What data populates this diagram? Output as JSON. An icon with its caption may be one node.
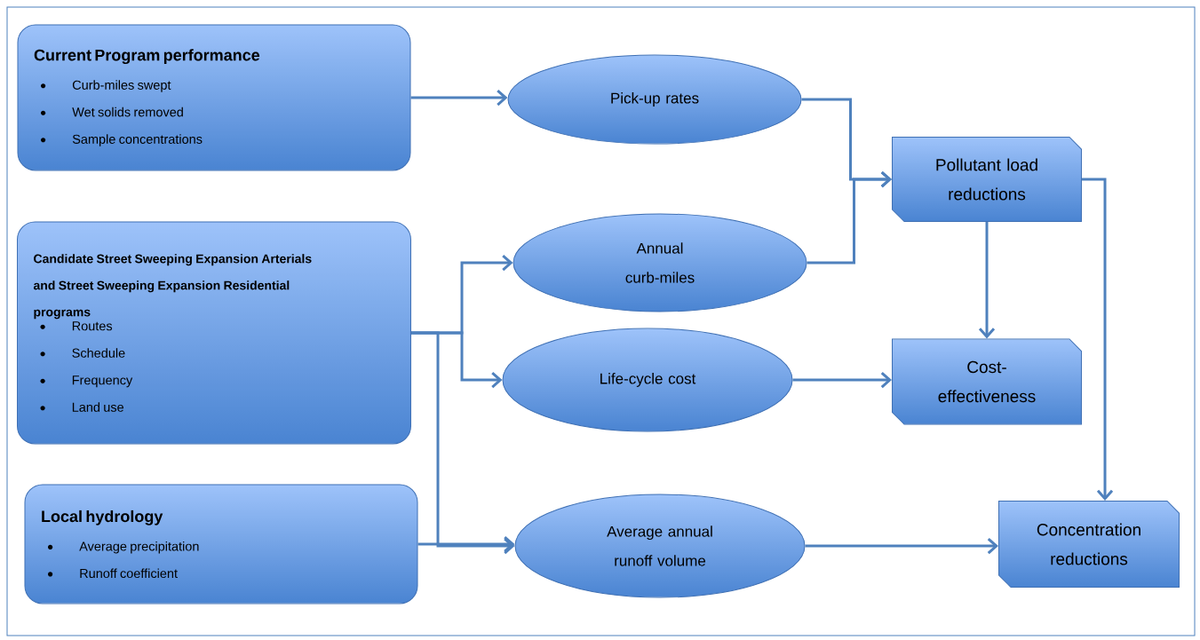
{
  "diagram": {
    "nodes": [
      {
        "text": [
          "Current Program performance",
          "Curb-miles swept",
          "Wet solids removed",
          "Sample concentrations"
        ]
      },
      {
        "text": [
          "Candidate Street Sweeping Expansion Arterials and Street Sweeping Expansion Residential programs",
          "Routes",
          "Schedule",
          "Frequency",
          "Land use"
        ]
      },
      {
        "text": [
          "Local hydrology",
          "Average precipitation",
          "Runoff coefficient"
        ]
      },
      {
        "text": [
          "Pick-up rates"
        ]
      },
      {
        "text": [
          "Annual curb-miles"
        ]
      },
      {
        "text": [
          "Life-cycle cost"
        ]
      },
      {
        "text": [
          "Average annual runoff volume"
        ]
      },
      {
        "text": [
          "Pollutant load reductions"
        ]
      },
      {
        "text": [
          "Cost-effectiveness"
        ]
      },
      {
        "text": [
          "Concentration reductions"
        ]
      }
    ],
    "edges": [
      {
        "from": 0,
        "to": 3,
        "arrow": "to"
      },
      {
        "from": 1,
        "to": 4,
        "arrow": "to"
      },
      {
        "from": 1,
        "to": 5,
        "arrow": "to"
      },
      {
        "from": 1,
        "to": 6,
        "arrow": "to"
      },
      {
        "from": 2,
        "to": 6,
        "arrow": "to"
      },
      {
        "from": 3,
        "to": 7,
        "arrow": "to"
      },
      {
        "from": 4,
        "to": 7,
        "arrow": "to"
      },
      {
        "from": 7,
        "to": 8,
        "arrow": "to"
      },
      {
        "from": 7,
        "to": 9,
        "arrow": "to"
      },
      {
        "from": 5,
        "to": 8,
        "arrow": "to"
      },
      {
        "from": 6,
        "to": 9,
        "arrow": "to"
      }
    ]
  }
}
